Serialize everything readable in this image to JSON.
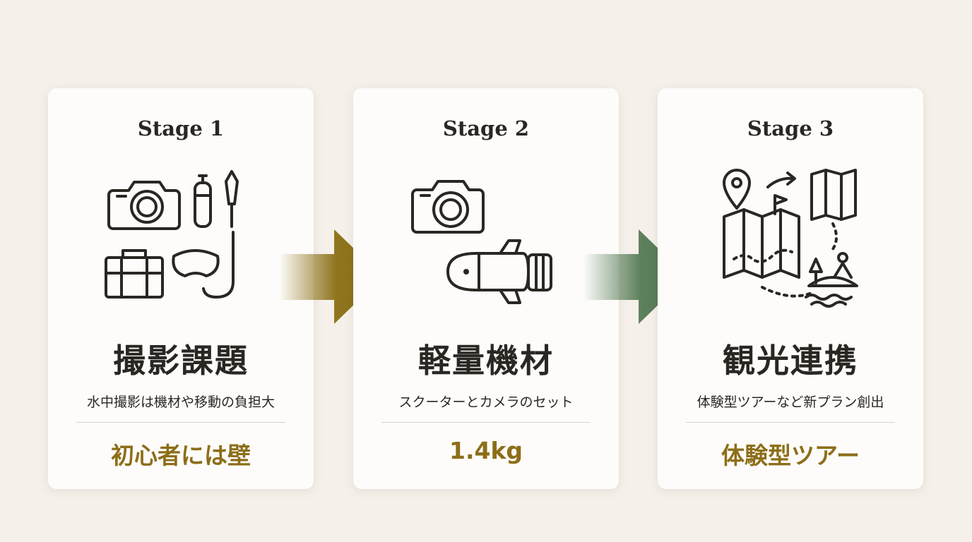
{
  "stages": [
    {
      "label": "Stage 1",
      "title": "撮影課題",
      "description": "水中撮影は機材や移動の負担大",
      "result": "初心者には壁",
      "icon": "camera-tank-luggage-snorkel-icon"
    },
    {
      "label": "Stage 2",
      "title": "軽量機材",
      "description": "スクーターとカメラのセット",
      "result": "1.4kg",
      "icon": "camera-scooter-icon"
    },
    {
      "label": "Stage 3",
      "title": "観光連携",
      "description": "体験型ツアーなど新プラン創出",
      "result": "体験型ツアー",
      "icon": "map-tour-island-icon"
    }
  ],
  "colors": {
    "background": "#f5f1ea",
    "card": "#fdfcfa",
    "text": "#2a2622",
    "accent_gold": "#8c6e18",
    "arrow_1": "#8a6f14",
    "arrow_2": "#557a55"
  }
}
